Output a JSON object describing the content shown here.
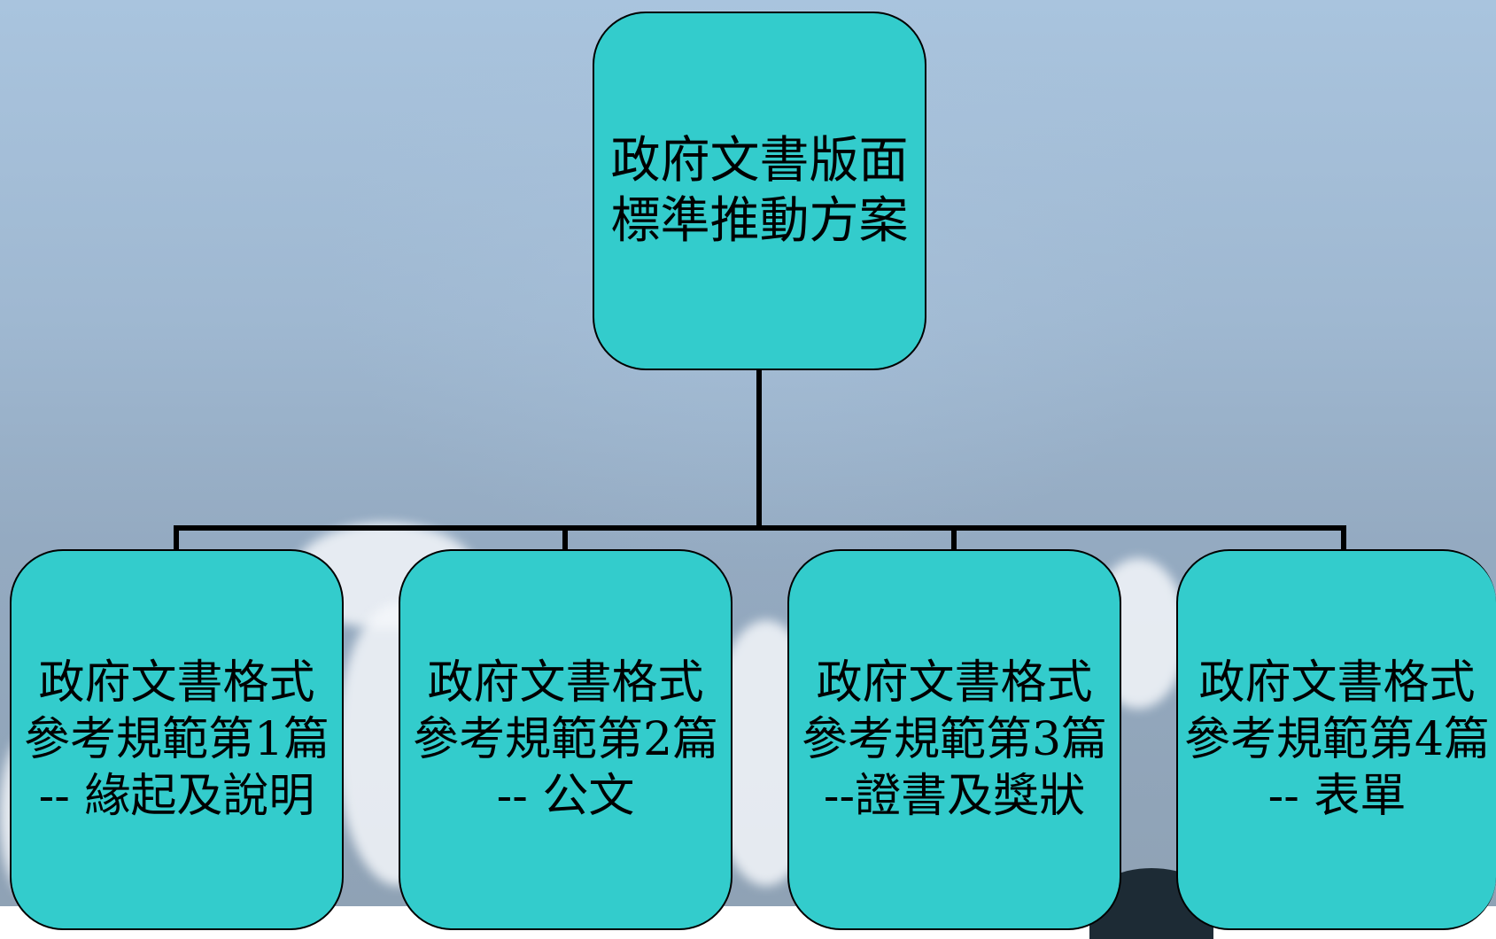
{
  "diagram": {
    "root": {
      "label": "政府文書版面\n標準推動方案"
    },
    "children": [
      {
        "label": "政府文書格式\n參考規範第1篇\n-- 緣起及說明"
      },
      {
        "label": "政府文書格式\n參考規範第2篇\n-- 公文"
      },
      {
        "label": "政府文書格式\n參考規範第3篇\n--證書及獎狀"
      },
      {
        "label": "政府文書格式\n參考規範第4篇\n-- 表單"
      }
    ]
  },
  "colors": {
    "node_fill": "#33cccc",
    "node_border": "#000000",
    "connector": "#000000"
  }
}
